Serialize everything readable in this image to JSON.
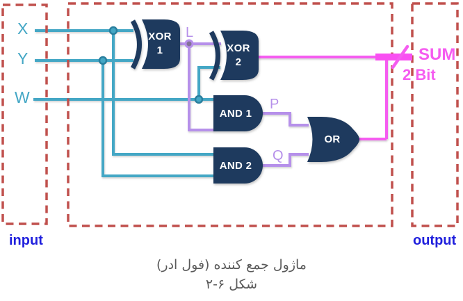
{
  "colors": {
    "wire_input_teal": "#44a7c5",
    "wire_intermediate_purple": "#b690ea",
    "wire_output_magenta": "#f55cf0",
    "gate_fill_navy": "#1e3a5e",
    "dashed_box_red": "#c0504d",
    "region_label_blue": "#2020dd",
    "caption_gray": "#5a5a5a"
  },
  "regions": {
    "input_label": "input",
    "output_label": "output"
  },
  "inputs": {
    "x": "X",
    "y": "Y",
    "w": "W"
  },
  "gates": {
    "xor1": {
      "name": "XOR",
      "num": "1"
    },
    "xor2": {
      "name": "XOR",
      "num": "2"
    },
    "and1": {
      "label": "AND 1"
    },
    "and2": {
      "label": "AND 2"
    },
    "or": {
      "label": "OR"
    }
  },
  "wire_labels": {
    "l": "L",
    "p": "P",
    "q": "Q"
  },
  "output": {
    "sum_label": "SUM",
    "bus_width_label": "2 Bit"
  },
  "nets": [
    {
      "from": "X",
      "to": [
        "XOR 1",
        "AND 2"
      ]
    },
    {
      "from": "Y",
      "to": [
        "XOR 1",
        "AND 2"
      ]
    },
    {
      "from": "W",
      "to": [
        "XOR 2",
        "AND 1"
      ]
    },
    {
      "from": "XOR 1",
      "label": "L",
      "to": [
        "XOR 2",
        "AND 1"
      ]
    },
    {
      "from": "AND 1",
      "label": "P",
      "to": [
        "OR"
      ]
    },
    {
      "from": "AND 2",
      "label": "Q",
      "to": [
        "OR"
      ]
    },
    {
      "from": "XOR 2",
      "to": [
        "SUM bus"
      ]
    },
    {
      "from": "OR",
      "to": [
        "SUM bus"
      ]
    }
  ],
  "caption": {
    "line1": "ماژول جمع کننده (فول ادر)",
    "line2": "شکل ۶-۲"
  }
}
